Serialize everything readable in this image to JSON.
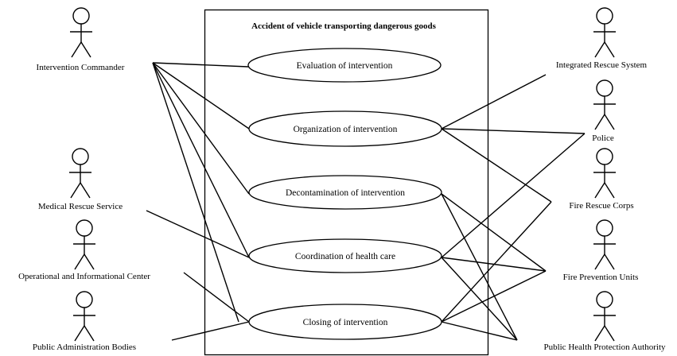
{
  "system": {
    "title": "Accident of vehicle transporting dangerous goods"
  },
  "use_cases": [
    {
      "id": "evaluation",
      "label": "Evaluation of intervention"
    },
    {
      "id": "organization",
      "label": "Organization of intervention"
    },
    {
      "id": "decontamination",
      "label": "Decontamination of intervention"
    },
    {
      "id": "coordination",
      "label": "Coordination of health care"
    },
    {
      "id": "closing",
      "label": "Closing of intervention"
    }
  ],
  "actors": [
    {
      "id": "commander",
      "label": "Intervention Commander"
    },
    {
      "id": "medical",
      "label": "Medical Rescue Service"
    },
    {
      "id": "operational",
      "label": "Operational and Informational Center"
    },
    {
      "id": "public_admin",
      "label": "Public Administration Bodies"
    },
    {
      "id": "irs",
      "label": "Integrated Rescue System"
    },
    {
      "id": "police",
      "label": "Police"
    },
    {
      "id": "fire_rescue",
      "label": "Fire Rescue Corps"
    },
    {
      "id": "fire_prevention",
      "label": "Fire Prevention Units"
    },
    {
      "id": "health_authority",
      "label": "Public Health Protection Authority"
    }
  ],
  "associations": [
    {
      "actor": "commander",
      "use_case": "evaluation"
    },
    {
      "actor": "commander",
      "use_case": "organization"
    },
    {
      "actor": "commander",
      "use_case": "decontamination"
    },
    {
      "actor": "commander",
      "use_case": "coordination"
    },
    {
      "actor": "commander",
      "use_case": "closing"
    },
    {
      "actor": "medical",
      "use_case": "coordination"
    },
    {
      "actor": "operational",
      "use_case": "closing"
    },
    {
      "actor": "public_admin",
      "use_case": "closing"
    },
    {
      "actor": "irs",
      "use_case": "organization"
    },
    {
      "actor": "police",
      "use_case": "organization"
    },
    {
      "actor": "police",
      "use_case": "coordination"
    },
    {
      "actor": "fire_rescue",
      "use_case": "organization"
    },
    {
      "actor": "fire_rescue",
      "use_case": "closing"
    },
    {
      "actor": "fire_prevention",
      "use_case": "decontamination"
    },
    {
      "actor": "fire_prevention",
      "use_case": "coordination"
    },
    {
      "actor": "fire_prevention",
      "use_case": "closing"
    },
    {
      "actor": "health_authority",
      "use_case": "decontamination"
    },
    {
      "actor": "health_authority",
      "use_case": "coordination"
    },
    {
      "actor": "health_authority",
      "use_case": "closing"
    }
  ]
}
